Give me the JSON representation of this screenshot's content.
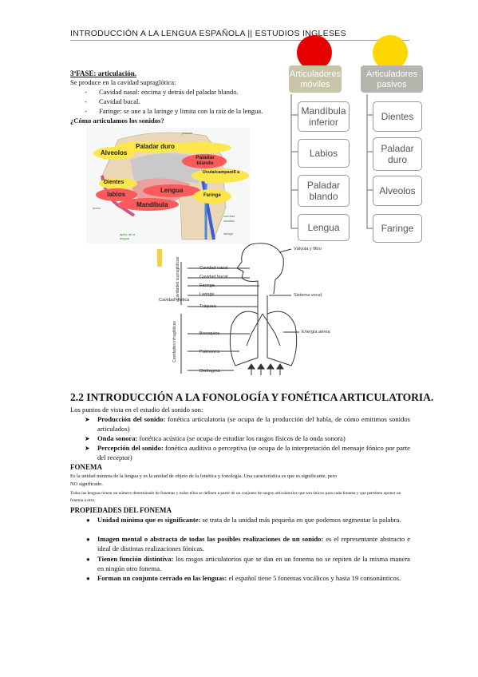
{
  "header": {
    "title": "INTRODUCCIÓN A LA LENGUA ESPAÑOLA || ESTUDIOS INGLESES"
  },
  "fase": {
    "title": "3ªFASE: articulación.",
    "intro": "Se produce en la cavidad supraglótica:",
    "items": [
      "Cavidad nasal: encima y detrás del paladar blando.",
      "Cavidad bucal.",
      "Faringe: se une a la laringe y limita con la raíz de la lengua."
    ],
    "question": "¿Cómo articulamos los sonidos?"
  },
  "articuladores": {
    "moviles": {
      "title": "Articuladores móviles",
      "color": "#e60000",
      "items": [
        "Mandíbula inferior",
        "Labios",
        "Paladar blando",
        "Lengua"
      ]
    },
    "pasivos": {
      "title": "Articuladores pasivos",
      "color": "#ffd700",
      "items": [
        "Dientes",
        "Paladar duro",
        "Alveolos",
        "Faringe"
      ]
    }
  },
  "fig1_labels": {
    "alveolos": "Alveolos",
    "paladar_duro": "Paladar duro",
    "paladar_blando": "Paladar blando",
    "uvula": "Úvula/campanill a",
    "dientes": "Dientes",
    "labios": "labios",
    "lengua": "Lengua",
    "faringe": "Faringe",
    "mandibula": "Mandíbula"
  },
  "fig2_labels": {
    "valvula": "Válvula y filtro",
    "cav_nasal": "Cavidad nasal",
    "cav_bucal": "Cavidad bucal",
    "faringe": "Faringe",
    "laringe": "Laringe",
    "sistema_vocal": "Sistema vocal",
    "cav_glotica": "Cavidad glótica",
    "traquea": "Tráquea",
    "bronquios": "Bronquios",
    "energia": "Energía aérea",
    "pulmones": "Pulmones",
    "diafragma": "Diafragma",
    "supraglot": "Cavidades supraglóticas",
    "infraglot": "Cavidades infraglóticas"
  },
  "section": {
    "title": "2.2 INTRODUCCIÓN A LA FONOLOGÍA Y FONÉTICA ARTICULATORIA.",
    "intro": "Los puntos de vista en el estudio del sonido son:",
    "points": [
      {
        "term": "Producción del sonido:",
        "text": " fonética articulatoria (se ocupa de la producción del habla, de cómo emitimos sonidos articulados)"
      },
      {
        "term": "Onda sonora:",
        "text": " fonética acústica (se ocupa de estudiar los rasgos físicos de la onda sonora)"
      },
      {
        "term": "Percepción del sonido:",
        "text": " fonética auditiva o perceptiva (se ocupa de la interpretación del mensaje fónico por parte del receptor)"
      }
    ]
  },
  "fonema": {
    "title": "FONEMA",
    "def_line1": "Es la unidad mínima de la lengua y es la unidad de objeto de la fonética y fonología. Una característica es que es significante, pero",
    "def_line2": "NO significado.",
    "note": "Todas las lenguas tienen un número determinado de fonemas y todos ellos se definen a partir de un conjunto de rasgos articulatorios que son únicos para cada fonema y que permiten oponer un fonema a otro."
  },
  "propiedades": {
    "title": "PROPIEDADES DEL FONEMA",
    "items": [
      {
        "term": "Unidad mínima que es significante:",
        "text": " se trata de la unidad más pequeña en que podemos segmentar la palabra."
      },
      {
        "term": "Imagen mental o abstracta de todas las posibles realizaciones de un sonido:",
        "text": " es el representante abstracto e ideal de distintas realizaciones fónicas."
      },
      {
        "term": "Tienen función distintiva:",
        "text": " los rasgos articulatorios que se dan en un fonema no se repiten de la misma manera en ningún otro fonema."
      },
      {
        "term": "Forman un conjunto cerrado en las lenguas:",
        "text": " el español tiene 5 fonemas vocálicos y hasta 19 consonánticos."
      }
    ]
  }
}
